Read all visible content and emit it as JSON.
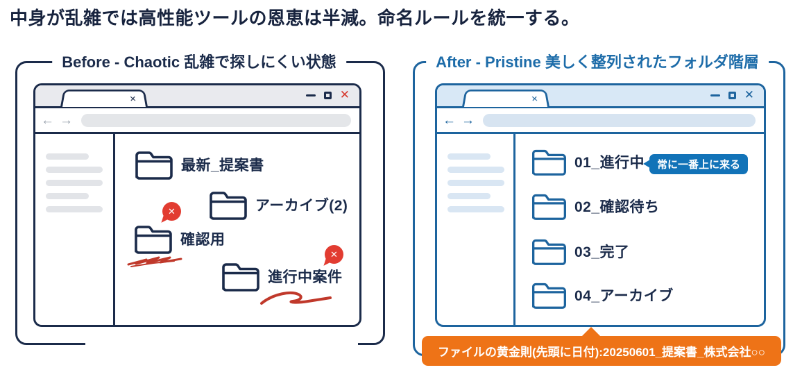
{
  "title": "中身が乱雑では高性能ツールの恩恵は半減。命名ルールを統一する。",
  "colors": {
    "navy": "#1b2b4a",
    "blue": "#1d649e",
    "header_blue": "#1d6ca9",
    "red": "#d63a2f",
    "badge_red": "#e23c31",
    "badge_blue": "#1273b8",
    "orange": "#ee7317"
  },
  "icons": {
    "tab_close": "✕",
    "window_close": "✕",
    "back_arrow": "←",
    "forward_arrow": "→",
    "error_cross": "✕"
  },
  "before": {
    "header": "Before - Chaotic 乱雑で探しにくい状態",
    "folders": [
      {
        "label": "最新_提案書"
      },
      {
        "label": "アーカイブ(2)"
      },
      {
        "label": "確認用",
        "error_badge": "✕"
      },
      {
        "label": "進行中案件",
        "error_badge": "✕"
      }
    ]
  },
  "after": {
    "header": "After - Pristine 美しく整列されたフォルダ階層",
    "folders": [
      {
        "label": "01_進行中",
        "badge": "常に一番上に来る"
      },
      {
        "label": "02_確認待ち"
      },
      {
        "label": "03_完了"
      },
      {
        "label": "04_アーカイブ"
      }
    ],
    "golden_rule": "ファイルの黄金則(先頭に日付):20250601_提案書_株式会社○○"
  }
}
